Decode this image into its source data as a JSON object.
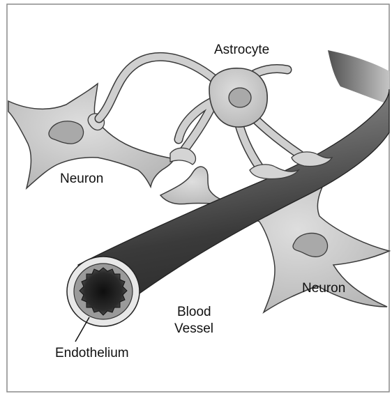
{
  "diagram": {
    "labels": {
      "astrocyte": "Astrocyte",
      "neuron_left": "Neuron",
      "neuron_right": "Neuron",
      "blood_vessel_line1": "Blood",
      "blood_vessel_line2": "Vessel",
      "endothelium": "Endothelium"
    },
    "colors": {
      "frame": "#8a8a8a",
      "cell_fill": "#c9c9c9",
      "cell_stroke": "#3a3a3a",
      "vessel_dark": "#2e2e2e",
      "vessel_mid": "#6e6e6e",
      "vessel_light": "#9a9a9a"
    }
  }
}
